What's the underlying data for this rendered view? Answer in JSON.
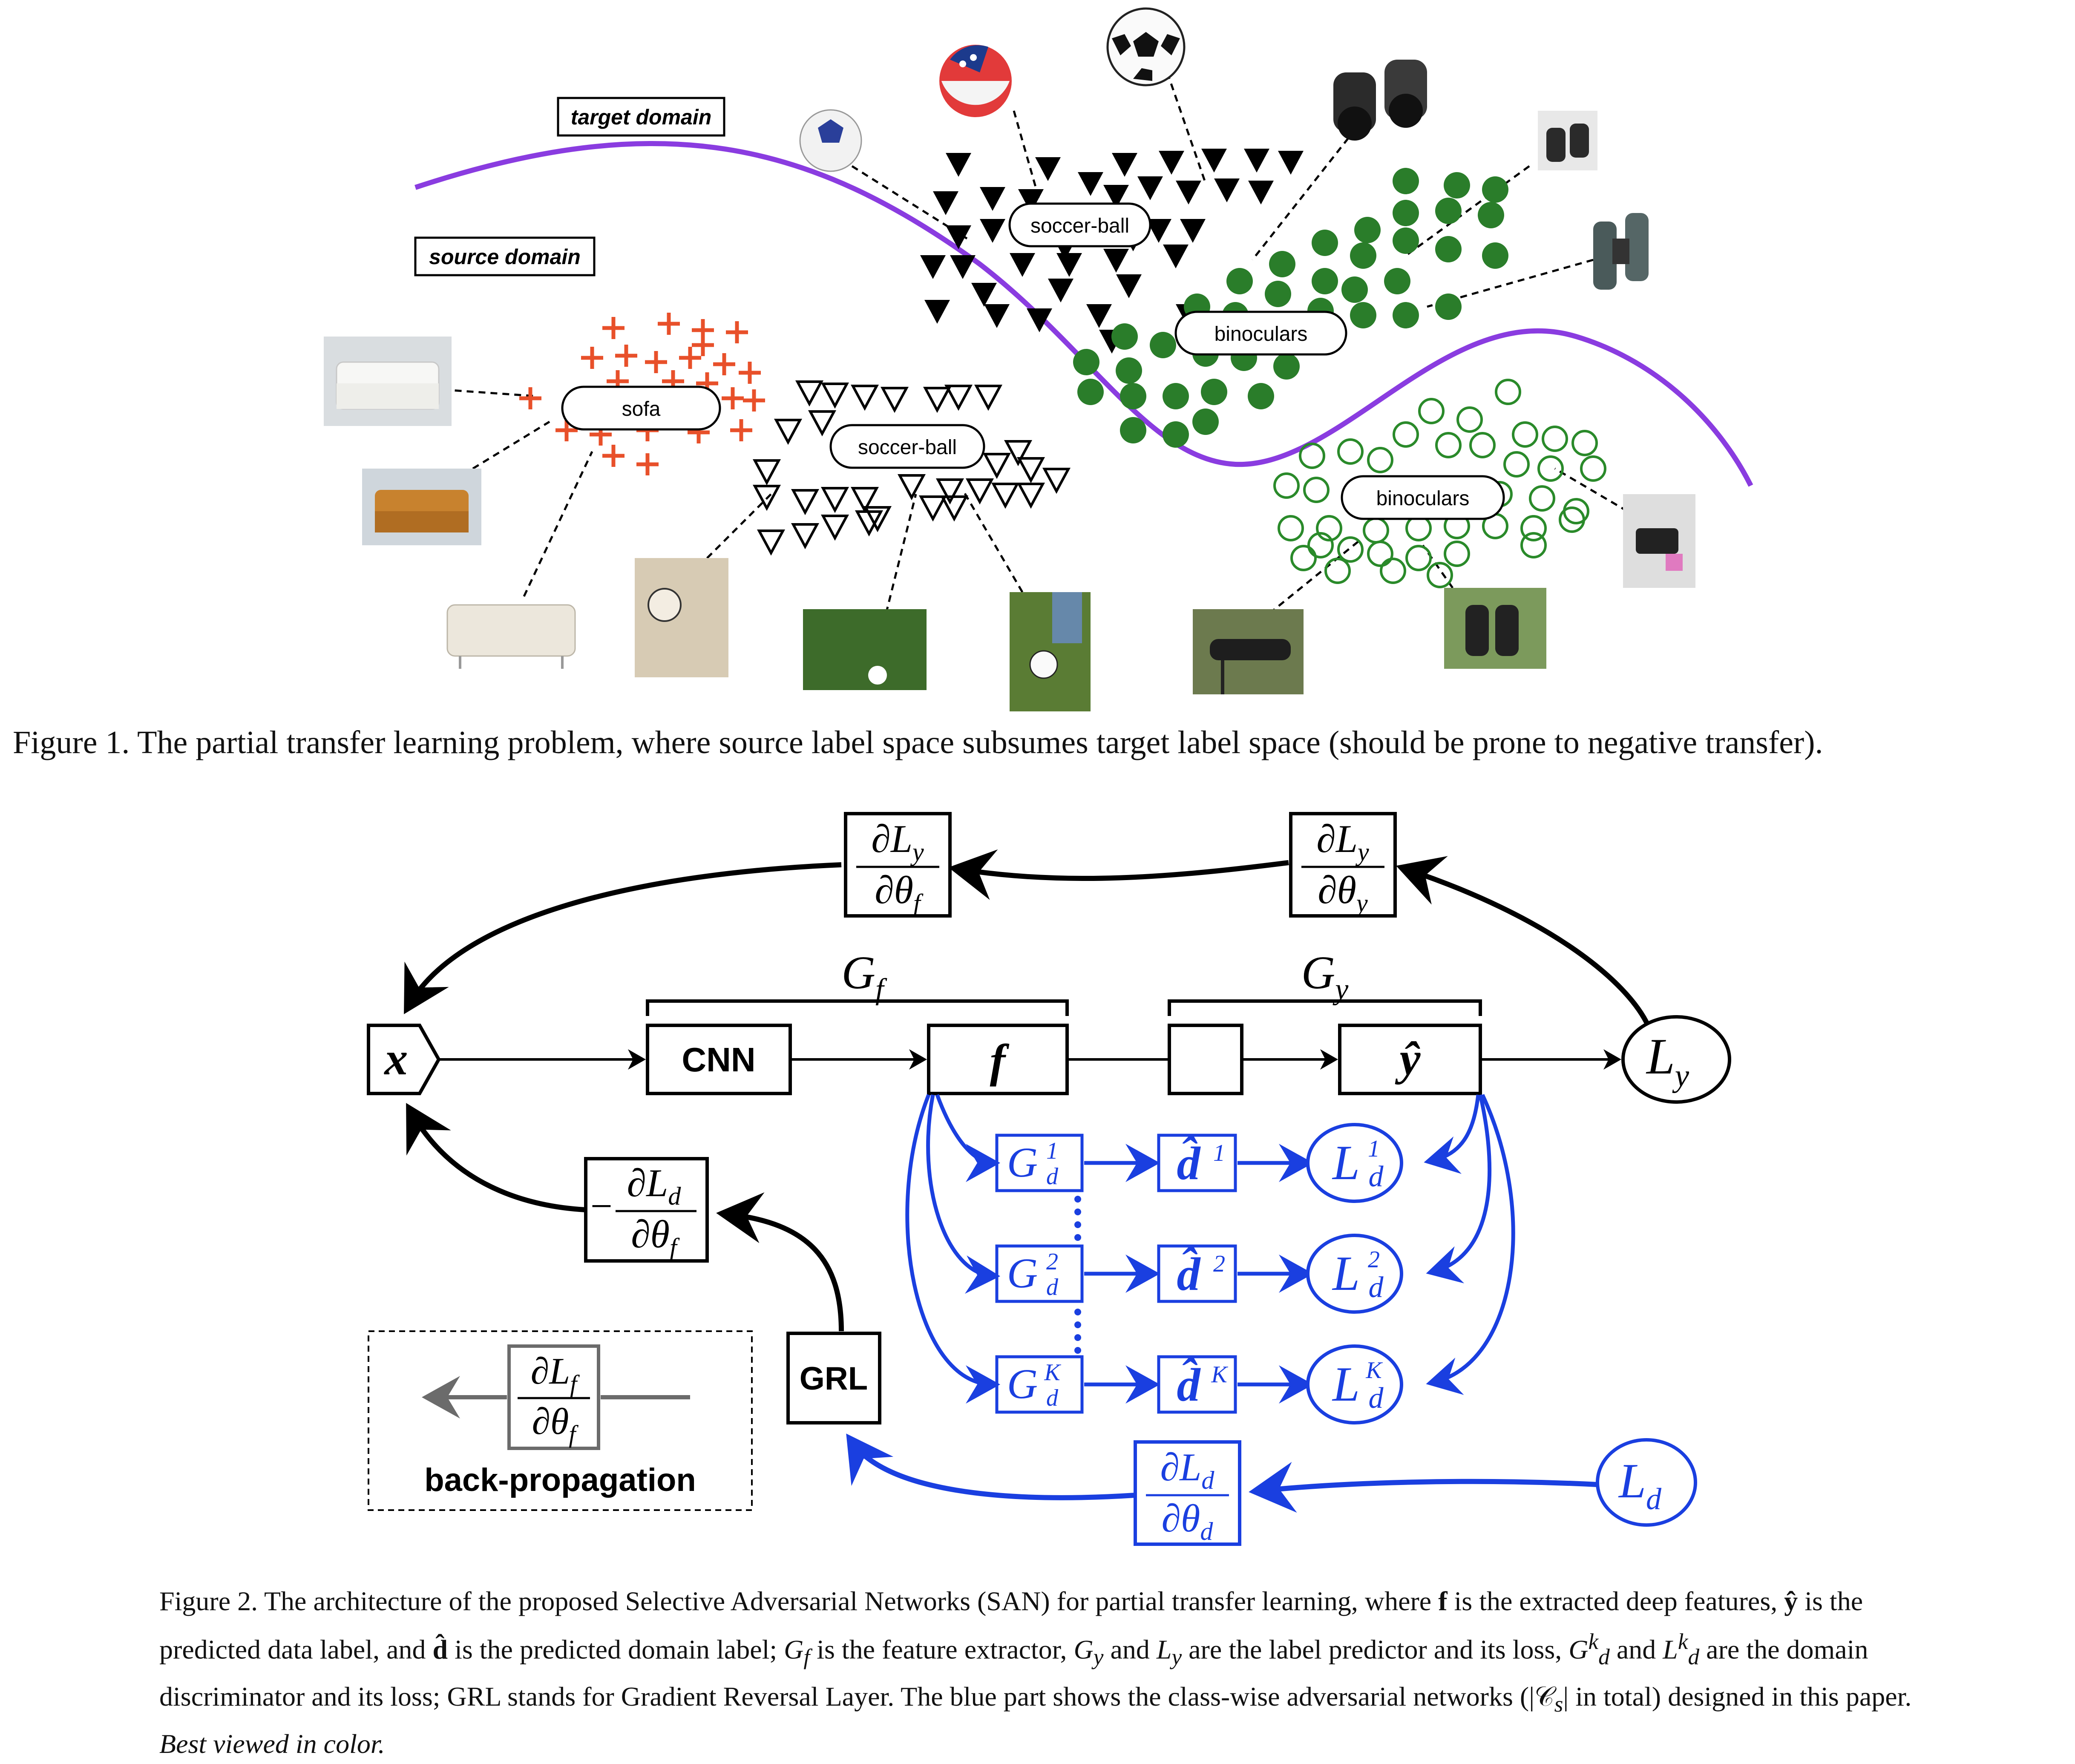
{
  "figure1": {
    "region_labels": {
      "target": "target domain",
      "source": "source domain"
    },
    "class_labels": {
      "target_soccer": "soccer-ball",
      "target_binoculars": "binoculars",
      "source_sofa": "sofa",
      "source_soccer": "soccer-ball",
      "source_binoculars": "binoculars"
    },
    "caption": "Figure 1. The partial transfer learning problem, where source label space subsumes target label space (should be prone to negative transfer).",
    "colors": {
      "boundary": "#8a3ce0",
      "sofa": "#e8502a",
      "binoculars_target": "#2a7d2a",
      "binoculars_source": "#2a8a2a"
    }
  },
  "figure2": {
    "nodes": {
      "x": "x",
      "cnn": "CNN",
      "f": "f",
      "yhat": "ŷ",
      "ly": "L",
      "ly_sub": "y",
      "gf": "G",
      "gf_sub": "f",
      "gy": "G",
      "gy_sub": "y",
      "grl": "GRL",
      "ld": "L",
      "ld_sub": "d"
    },
    "gradients": {
      "dly_dthetaf": {
        "num": "∂L",
        "num_sub": "y",
        "den": "∂θ",
        "den_sub": "f"
      },
      "dly_dthetay": {
        "num": "∂L",
        "num_sub": "y",
        "den": "∂θ",
        "den_sub": "y"
      },
      "neg_dld_dthetaf": {
        "sign": "−",
        "num": "∂L",
        "num_sub": "d",
        "den": "∂θ",
        "den_sub": "f"
      },
      "dld_dthetad": {
        "num": "∂L",
        "num_sub": "d",
        "den": "∂θ",
        "den_sub": "d"
      },
      "legend": {
        "num": "∂L",
        "num_sub": "f",
        "den": "∂θ",
        "den_sub": "f",
        "label": "back-propagation"
      }
    },
    "discriminators": [
      {
        "g": "G",
        "sub": "d",
        "sup": "1",
        "d": "d̂",
        "dsup": "1",
        "l": "L",
        "lsub": "d",
        "lsup": "1"
      },
      {
        "g": "G",
        "sub": "d",
        "sup": "2",
        "d": "d̂",
        "dsup": "2",
        "l": "L",
        "lsub": "d",
        "lsup": "2"
      },
      {
        "g": "G",
        "sub": "d",
        "sup": "K",
        "d": "d̂",
        "dsup": "K",
        "l": "L",
        "lsub": "d",
        "lsup": "K"
      }
    ],
    "caption": {
      "p1": "Figure 2. The architecture of the proposed Selective Adversarial Networks (SAN) for partial transfer learning, where ",
      "f": "f",
      "p2": " is the extracted deep features, ",
      "y": "ŷ",
      "p3": " is the predicted data label, and ",
      "d": "d̂",
      "p4": " is the predicted domain label; ",
      "gf": "G",
      "gf_sub": "f",
      "p5": " is the feature extractor, ",
      "gy": "G",
      "gy_sub": "y",
      "p6": " and ",
      "ly": "L",
      "ly_sub": "y",
      "p7": " are the label predictor and its loss, ",
      "gdk": "G",
      "gdk_sub": "d",
      "gdk_sup": "k",
      "p8": " and ",
      "ldk": "L",
      "ldk_sub": "d",
      "ldk_sup": "k",
      "p9": " are the domain discriminator and its loss; GRL stands for Gradient Reversal Layer. The blue part shows the class-wise adversarial networks (",
      "cs": "|𝒞",
      "cs_sub": "s",
      "cs_end": "|",
      "p10": " in total) designed in this paper. ",
      "italic": "Best viewed in color."
    },
    "colors": {
      "main": "#000000",
      "blue": "#1a3fe0",
      "gray": "#6b6b6b"
    }
  }
}
